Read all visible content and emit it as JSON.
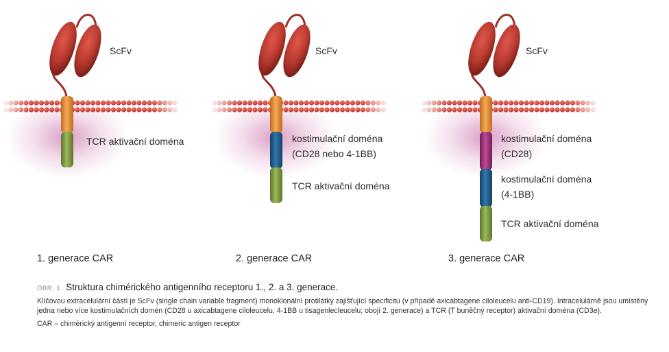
{
  "receptors": [
    {
      "scfv_label": "ScFv",
      "domains": [
        "TCR aktivační doména"
      ],
      "generation_label": "1. generace CAR"
    },
    {
      "scfv_label": "ScFv",
      "domains": [
        "kostimulační doména",
        "(CD28 nebo 4-1BB)",
        "TCR aktivační doména"
      ],
      "generation_label": "2. generace CAR"
    },
    {
      "scfv_label": "ScFv",
      "domains": [
        "kostimulační doména",
        "(CD28)",
        "kostimulační doména",
        "(4-1BB)",
        "TCR aktivační doména"
      ],
      "generation_label": "3. generace CAR"
    }
  ],
  "caption": {
    "tag": "OBR. 1",
    "title": "Struktura chimérického antigenního receptoru 1., 2. a 3. generace.",
    "text": "Klíčovou extracelulární částí je ScFv (single chain variable fragment) monoklonální protilátky zajišťující specificitu (v případě axicabtagene ciloleucelu anti-CD19). Intracelulárně jsou umístěny jedna nebo více kostimulačních domén (CD28 u axicabtagene ciloleucelu, 4-1BB u tisagenlecleucelu; obojí 2. generace) a TCR (T buněčný receptor) aktivační doména (CD3e).",
    "abbreviation": "CAR – chimérický antigenní receptor, chimeric antigen receptor"
  },
  "colors": {
    "scfv": "#b83a30",
    "membrane": "#d9463b",
    "transmembrane": "#e8953a",
    "tcr_domain": "#7d9a3c",
    "costim_blue": "#1f5f8f",
    "costim_magenta": "#a4327a",
    "cytoplasm_glow": "#b0287f"
  }
}
